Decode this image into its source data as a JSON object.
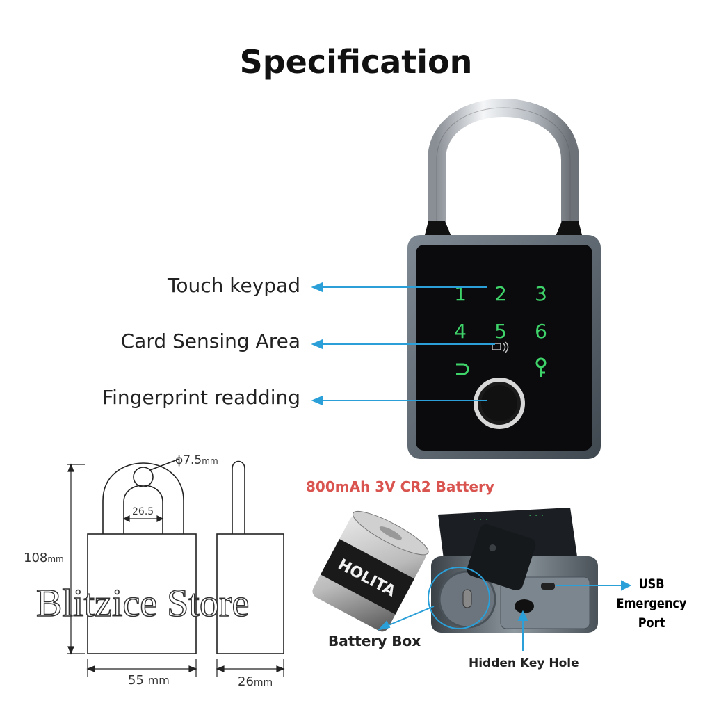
{
  "title": "Specification",
  "features": {
    "touch": "Touch keypad",
    "card": "Card Sensing Area",
    "fingerprint": "Fingerprint readding"
  },
  "keypad": {
    "keys": [
      "1",
      "2",
      "3",
      "4",
      "5",
      "6"
    ],
    "color": "#3fd46a"
  },
  "dimensions": {
    "shackle_dia": "ϕ7.5",
    "shackle_dia_unit": "mm",
    "inner_width": "26.5",
    "height": "108",
    "height_unit": "mm",
    "width": "55",
    "width_unit": "mm",
    "depth": "26",
    "depth_unit": "mm"
  },
  "battery": {
    "label": "800mAh 3V CR2 Battery",
    "brand": "HOLITA"
  },
  "callouts": {
    "battery_box": "Battery Box",
    "key_hole": "Hidden Key Hole",
    "usb_line1": "USB",
    "usb_line2": "Emergency Port"
  },
  "watermark": "Blitzice Store",
  "colors": {
    "arrow": "#2a9fd8",
    "body": "#5c6670",
    "face": "#0b0b0d",
    "battery_label": "#d9534f"
  }
}
